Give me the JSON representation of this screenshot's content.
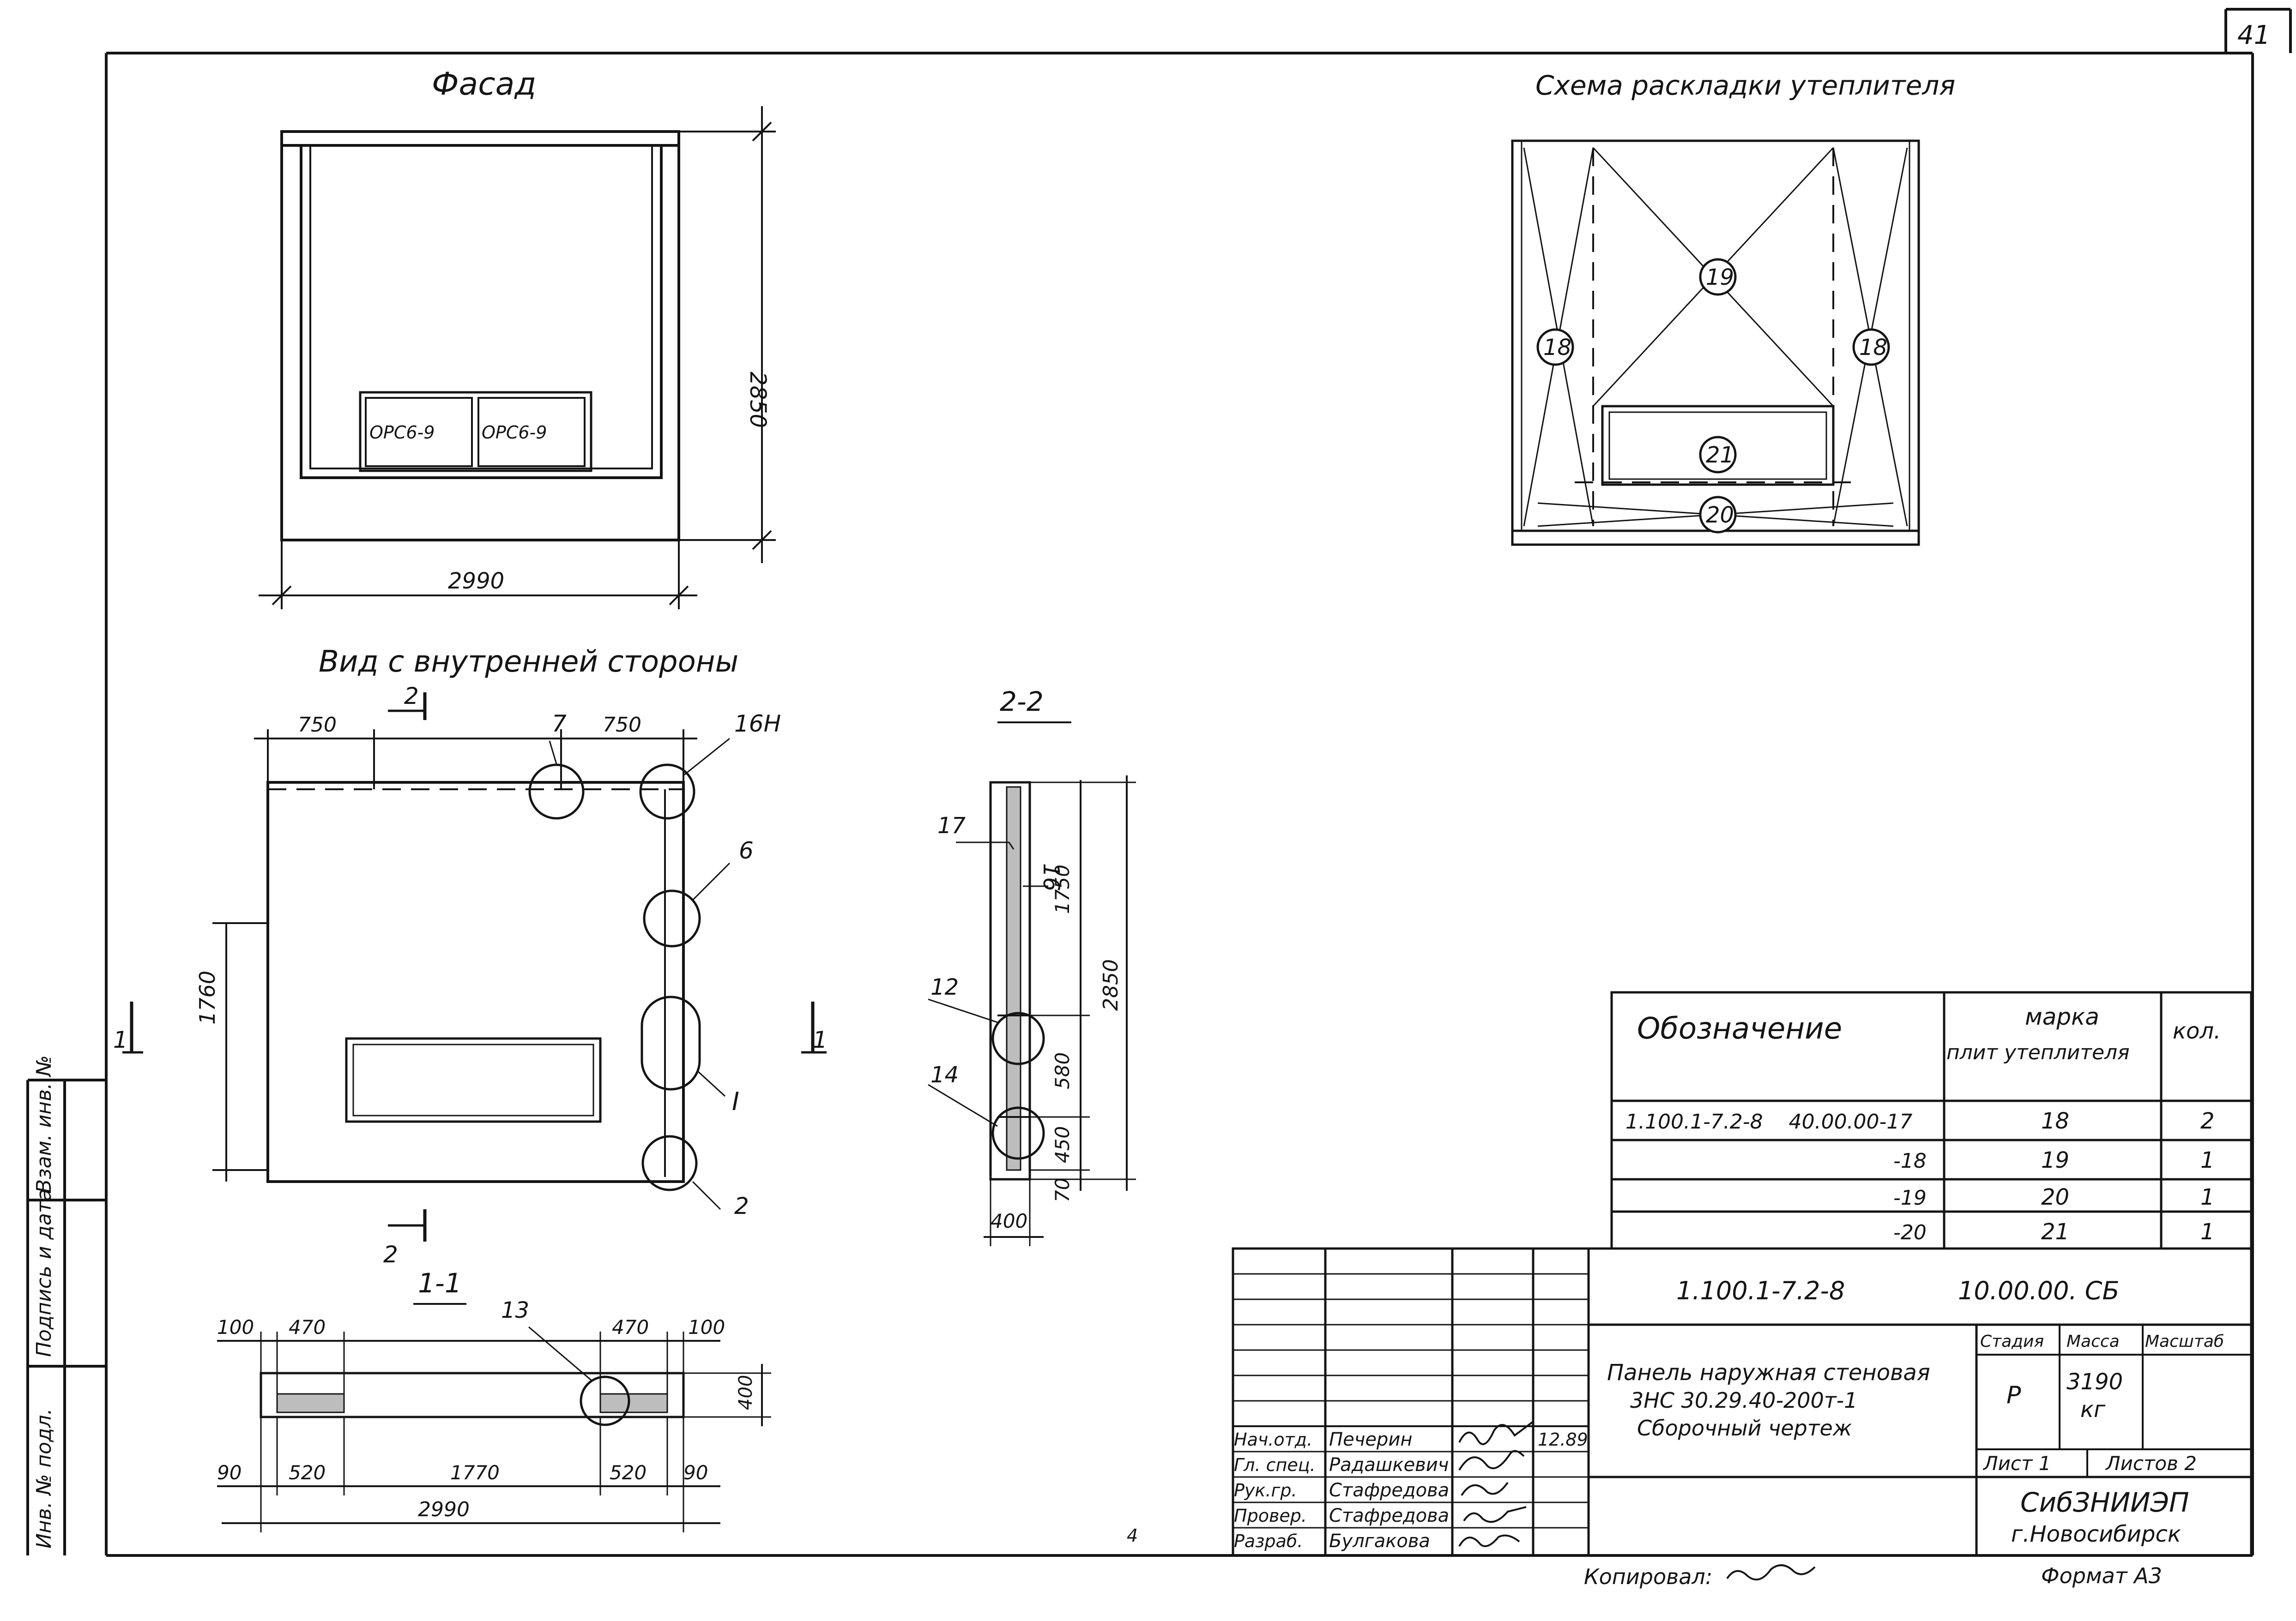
{
  "sheet": {
    "page_number": "41"
  },
  "facade": {
    "title": "Фасад",
    "windows": [
      "ОРС6-9",
      "ОРС6-9"
    ],
    "width_dim": "2990",
    "height_dim": "2850"
  },
  "insulation_scheme": {
    "title": "Схема раскладки утеплителя",
    "markers": [
      "19",
      "18",
      "18",
      "21",
      "20"
    ]
  },
  "inner_view": {
    "title": "Вид с внутренней стороны",
    "dim_left": "750",
    "dim_right": "750",
    "dim_height": "1760",
    "callouts": [
      "7",
      "16Н",
      "6",
      "I",
      "2"
    ],
    "section_2_top": "2",
    "section_2_bottom": "2",
    "section_1_left": "1",
    "section_1_right": "1"
  },
  "section_2_2": {
    "title": "2-2",
    "callouts": [
      "17",
      "16",
      "12",
      "14"
    ],
    "dims": [
      "1750",
      "580",
      "450",
      "70"
    ],
    "total": "2850",
    "thickness": "400"
  },
  "section_1_1": {
    "title": "1-1",
    "callout": "13",
    "top_dims": [
      "100",
      "470",
      "470",
      "100"
    ],
    "bottom_dims": [
      "90",
      "520",
      "1770",
      "520",
      "90"
    ],
    "total": "2990",
    "height": "400"
  },
  "spec_table": {
    "headers": {
      "designation": "Обозначение",
      "mark": "марка",
      "mark_sub": "плит утеплителя",
      "qty": "кол."
    },
    "rows": [
      {
        "designation": "1.100.1-7.2-8    40.00.00-17",
        "mark": "18",
        "qty": "2"
      },
      {
        "designation": "-18",
        "mark": "19",
        "qty": "1"
      },
      {
        "designation": "-19",
        "mark": "20",
        "qty": "1"
      },
      {
        "designation": "-20",
        "mark": "21",
        "qty": "1"
      }
    ]
  },
  "title_block": {
    "code_series": "1.100.1-7.2-8",
    "code_doc": "10.00.00. СБ",
    "name": [
      "Панель наружная стеновая",
      "3НС 30.29.40-200т-1",
      "Сборочный чертеж"
    ],
    "stage_label": "Стадия",
    "mass_label": "Масса",
    "scale_label": "Масштаб",
    "stage": "Р",
    "mass": "3190",
    "mass_unit": "кг",
    "sheet_label": "Лист 1",
    "sheets_label": "Листов 2",
    "org": "СибЗНИИЭП",
    "city": "г.Новосибирск",
    "date": "12.89",
    "roles": [
      {
        "role": "Нач.отд.",
        "name": "Печерин"
      },
      {
        "role": "Гл. спец.",
        "name": "Радашкевич"
      },
      {
        "role": "Рук.гр.",
        "name": "Стафредова"
      },
      {
        "role": "Провер.",
        "name": "Стафредова"
      },
      {
        "role": "Разраб.",
        "name": "Булгакова"
      }
    ]
  },
  "side_stamp": [
    "Инв. № подл.",
    "Подпись и дата",
    "Взам. инв. №"
  ],
  "footer": {
    "copied": "Копировал:",
    "format": "Формат А3",
    "stray_mark": "4"
  }
}
